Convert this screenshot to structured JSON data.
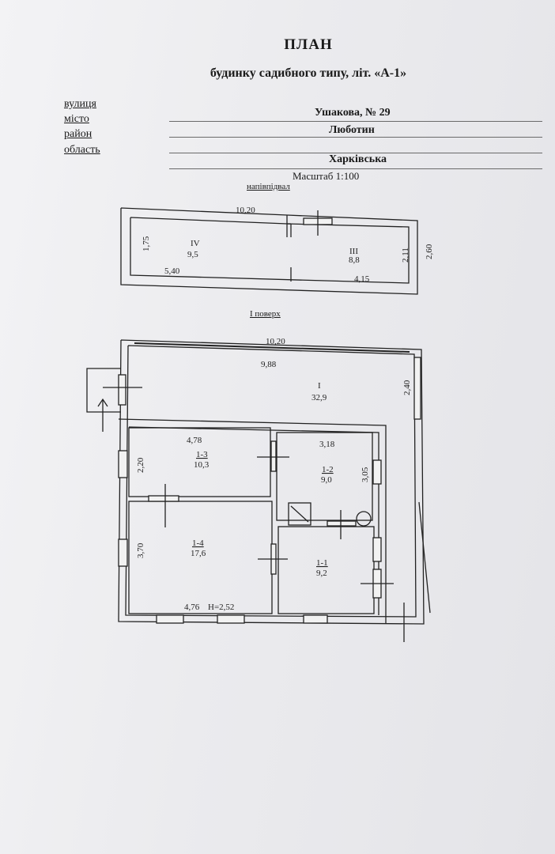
{
  "header": {
    "title": "ПЛАН",
    "subtitle": "будинку садибного типу, літ. «А-1»"
  },
  "address": {
    "street_label": "вулиця",
    "city_label": "місто",
    "district_label": "район",
    "region_label": "область",
    "street_value": "Ушакова, № 29",
    "city_value": "Люботин",
    "district_value": "",
    "region_value": "Харківська"
  },
  "scale": "Масштаб 1:100",
  "basement": {
    "label": "напівпідвал",
    "width": "10,20",
    "height": "2,60",
    "rooms": [
      {
        "id": "IV",
        "area": "9,5",
        "dim_w": "5,40",
        "dim_h": "1,75"
      },
      {
        "id": "III",
        "area": "8,8",
        "dim_w": "4,15",
        "dim_h": "2,11"
      }
    ]
  },
  "floor1": {
    "label": "I поверх",
    "width": "10,20",
    "height_note": "H=2,52",
    "rooms": [
      {
        "id": "I",
        "area": "32,9",
        "dim_w": "9,88",
        "dim_h": "2,40"
      },
      {
        "id": "1-3",
        "area": "10,3",
        "dim_w": "4,78",
        "dim_h": "2,20"
      },
      {
        "id": "1-2",
        "area": "9,0",
        "dim_w": "3,18",
        "dim_h": "3,05"
      },
      {
        "id": "1-4",
        "area": "17,6",
        "dim_w": "4,76",
        "dim_h": "3,70"
      },
      {
        "id": "1-1",
        "area": "9,2"
      }
    ]
  }
}
